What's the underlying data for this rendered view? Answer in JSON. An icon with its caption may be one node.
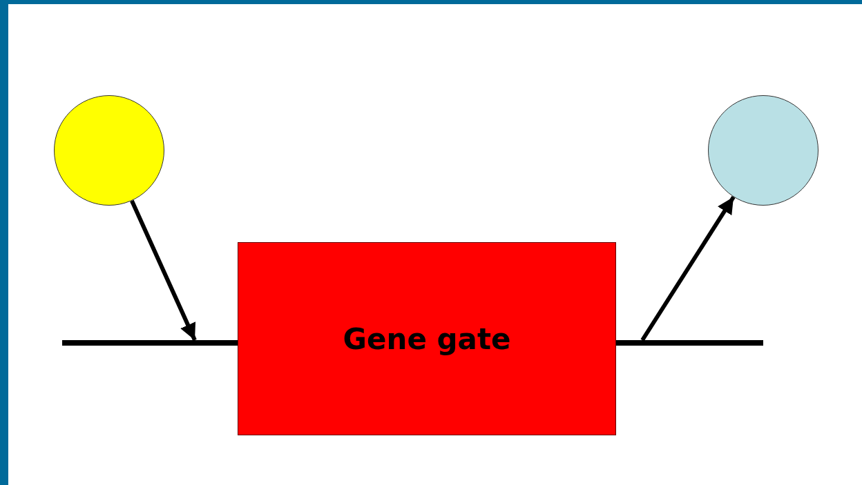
{
  "diagram": {
    "nodes": [
      {
        "text": [],
        "shape": "circle"
      },
      {
        "text": [],
        "shape": "bar"
      },
      {
        "text": [
          "Gene gate"
        ]
      },
      {
        "text": [],
        "shape": "bar"
      },
      {
        "text": [],
        "shape": "circle"
      }
    ],
    "edges": [
      {
        "from": 0,
        "to": 1,
        "arrow": "to"
      },
      {
        "from": 3,
        "to": 4,
        "arrow": "to"
      }
    ]
  }
}
